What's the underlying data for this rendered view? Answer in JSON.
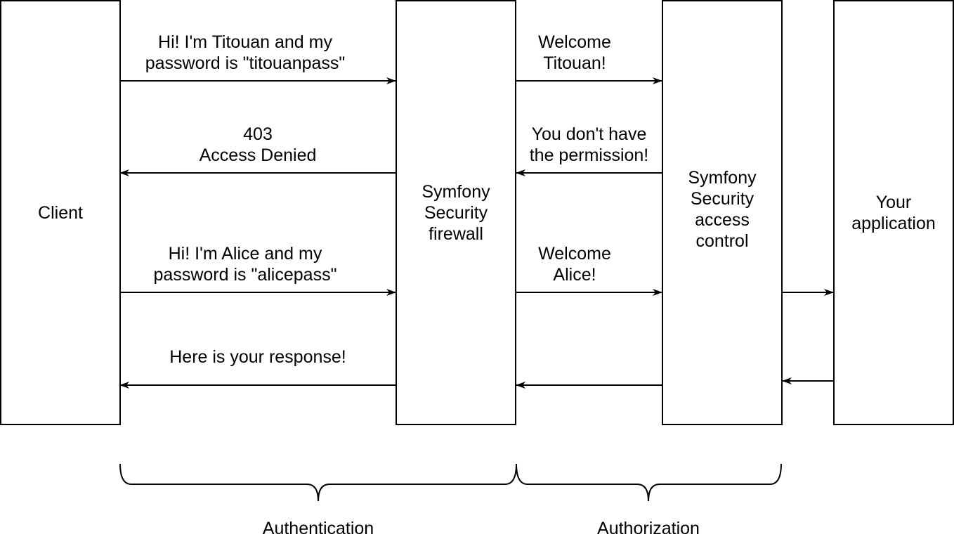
{
  "boxes": {
    "client": "Client",
    "firewall": "Symfony\nSecurity\nfirewall",
    "access_control": "Symfony\nSecurity\naccess\ncontrol",
    "application": "Your\napplication"
  },
  "messages": {
    "titouan_login": "Hi! I'm Titouan and my\npassword is \"titouanpass\"",
    "access_denied": "403\nAccess Denied",
    "alice_login": "Hi! I'm Alice and my\npassword is \"alicepass\"",
    "response": "Here is your response!",
    "welcome_titouan": "Welcome\nTitouan!",
    "no_permission": "You don't have\nthe permission!",
    "welcome_alice": "Welcome\nAlice!"
  },
  "brackets": {
    "authentication": "Authentication",
    "authorization": "Authorization"
  },
  "colors": {
    "stroke": "#000000",
    "background": "#ffffff"
  }
}
